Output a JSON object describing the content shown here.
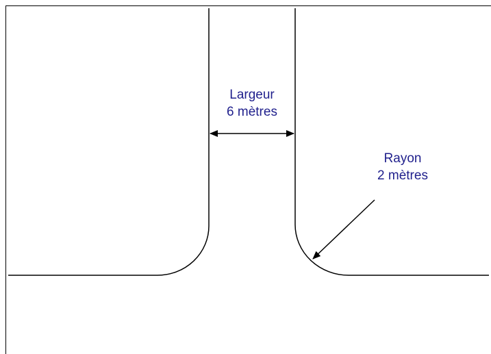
{
  "diagram": {
    "width_label": {
      "line1": "Largeur",
      "line2": "6 mètres"
    },
    "radius_label": {
      "line1": "Rayon",
      "line2": "2 mètres"
    },
    "colors": {
      "line": "#000000",
      "text": "#1f1f8c",
      "background": "#ffffff"
    }
  }
}
